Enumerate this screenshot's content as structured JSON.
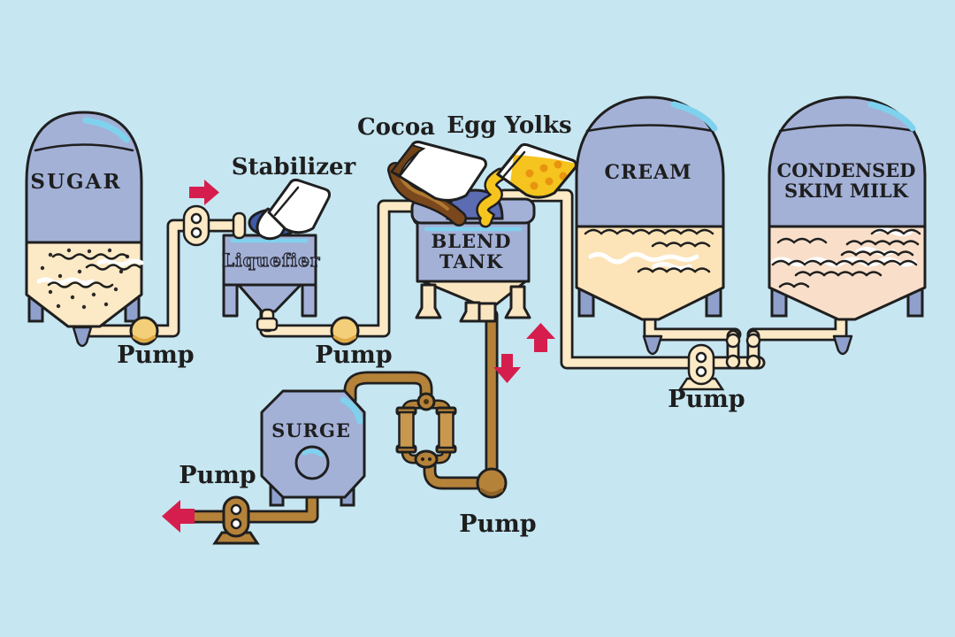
{
  "illustration": {
    "background_color": "#c6e6f1",
    "subject": "ice cream mix processing flow diagram"
  },
  "labels": {
    "sugar": "SUGAR",
    "stabilizer": "Stabilizer",
    "liquefier": "Liquefier",
    "cocoa": "Cocoa",
    "egg_yolks": "Egg Yolks",
    "blend_line1": "BLEND",
    "blend_line2": "TANK",
    "cream": "CREAM",
    "condensed_line1": "CONDENSED",
    "condensed_line2": "SKIM MILK",
    "surge": "SURGE"
  },
  "pump_labels": {
    "sugar_line": "Pump",
    "liquefier_line": "Pump",
    "blend_line": "Pump",
    "cream_line": "Pump",
    "outlet_line": "Pump"
  },
  "flow_arrows": [
    {
      "id": "sugar-to-liquefier",
      "direction": "right"
    },
    {
      "id": "cream-to-blend",
      "direction": "up"
    },
    {
      "id": "blend-tank-outlet",
      "direction": "down"
    },
    {
      "id": "surge-outlet",
      "direction": "left"
    }
  ],
  "colors": {
    "background": "#c6e6f1",
    "tank_blue": "#a3b1d7",
    "outline": "#1f1f1f",
    "cream_pipe": "#fce9c5",
    "brown_pipe": "#b5823a",
    "arrow_red": "#d51e4d",
    "pump_yellow": "#f4cf79",
    "shine_cyan": "#7fd2ee",
    "cocoa_brown": "#7a481c",
    "egg_yellow": "#f5c41e",
    "hopper_navy": "#3e5aa8"
  }
}
